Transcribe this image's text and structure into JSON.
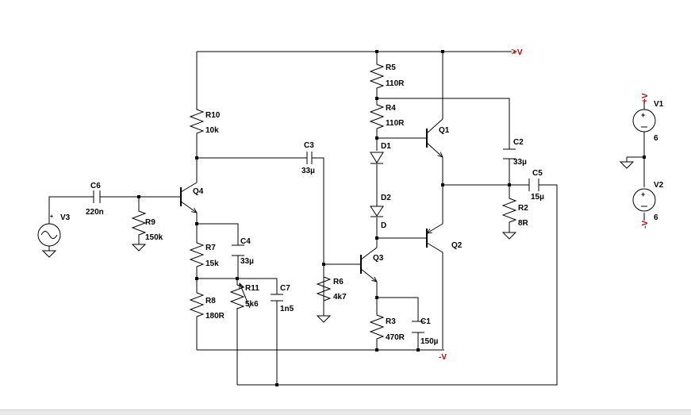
{
  "components": {
    "R5": {
      "ref": "R5",
      "value": "110R"
    },
    "R4": {
      "ref": "R4",
      "value": "110R"
    },
    "R10": {
      "ref": "R10",
      "value": "10k"
    },
    "R9": {
      "ref": "R9",
      "value": "150k"
    },
    "R7": {
      "ref": "R7",
      "value": "15k"
    },
    "R8": {
      "ref": "R8",
      "value": "180R"
    },
    "R11": {
      "ref": "R11",
      "value": "5k6"
    },
    "R6": {
      "ref": "R6",
      "value": "4k7"
    },
    "R3": {
      "ref": "R3",
      "value": "470R"
    },
    "R2": {
      "ref": "R2",
      "value": "8R"
    },
    "C6": {
      "ref": "C6",
      "value": "220n"
    },
    "C3": {
      "ref": "C3",
      "value": "33µ"
    },
    "C4": {
      "ref": "C4",
      "value": "33µ"
    },
    "C7": {
      "ref": "C7",
      "value": "1n5"
    },
    "C1": {
      "ref": "C1",
      "value": "150µ"
    },
    "C2": {
      "ref": "C2",
      "value": "33µ"
    },
    "C5": {
      "ref": "C5",
      "value": "15µ"
    },
    "D1": {
      "ref": "D1"
    },
    "D2": {
      "ref": "D2"
    },
    "Q1": {
      "ref": "Q1"
    },
    "Q2": {
      "ref": "Q2"
    },
    "Q3": {
      "ref": "Q3"
    },
    "Q4": {
      "ref": "Q4"
    },
    "V1": {
      "ref": "V1",
      "value": "6"
    },
    "V2": {
      "ref": "V2",
      "value": "6"
    },
    "V3": {
      "ref": "V3"
    }
  },
  "net_labels": {
    "vplus": "+V",
    "vminus": "-V",
    "d": "D",
    "v1_plus": "+V",
    "v2_minus": "-V"
  },
  "colors": {
    "wire": "#000000",
    "net_label": "#cc0000",
    "background": "#ffffff"
  }
}
